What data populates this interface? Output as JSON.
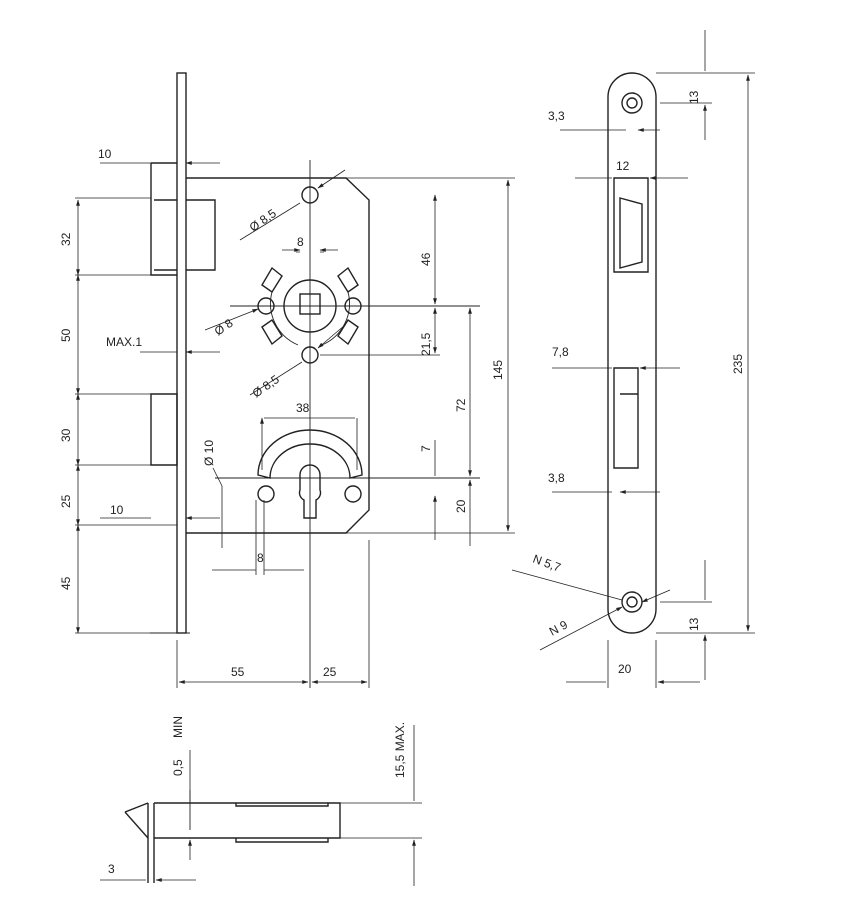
{
  "front_view": {
    "dims": {
      "d10_top": "10",
      "d32": "32",
      "d50": "50",
      "max1": "MAX.1",
      "d30": "30",
      "d25": "25",
      "d10_bottom": "10",
      "d45": "45",
      "d55": "55",
      "d25_bottom": "25",
      "dia85_top": "Ø 8,5",
      "d8_top": "8",
      "dia8": "Ø 8",
      "dia85_mid": "Ø 8,5",
      "d46": "46",
      "d21_5": "21,5",
      "d145": "145",
      "d72": "72",
      "d38": "38",
      "dia10": "Ø 10",
      "d7": "7",
      "d20": "20",
      "d8_bottom": "8"
    }
  },
  "side_view": {
    "dims": {
      "d3_3": "3,3",
      "d13_top": "13",
      "d12": "12",
      "d7_8": "7,8",
      "d235": "235",
      "d3_8": "3,8",
      "n5_7": "N 5,7",
      "n9": "N 9",
      "d13_bottom": "13",
      "d20": "20"
    }
  },
  "bottom_view": {
    "dims": {
      "min": "MIN",
      "d0_5": "0,5",
      "max15_5": "15,5 MAX.",
      "d3": "3"
    }
  }
}
